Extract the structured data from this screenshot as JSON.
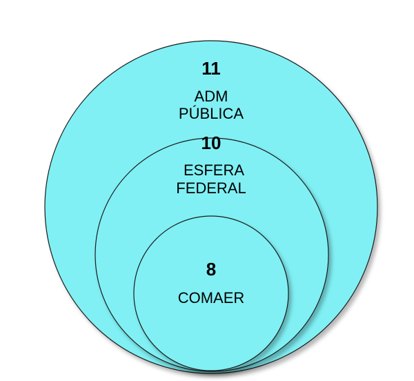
{
  "colors": {
    "circle_fill": "#80f0f4",
    "outline": "#1a1a1a",
    "text": "#000000"
  },
  "sets": {
    "outer": {
      "count": "11",
      "label_line1": "ADM",
      "label_line2": "PÚBLICA"
    },
    "middle": {
      "count": "10",
      "label_line1": "ESFERA",
      "label_line2": "FEDERAL"
    },
    "inner": {
      "count": "8",
      "label_line1": "COMAER"
    }
  }
}
